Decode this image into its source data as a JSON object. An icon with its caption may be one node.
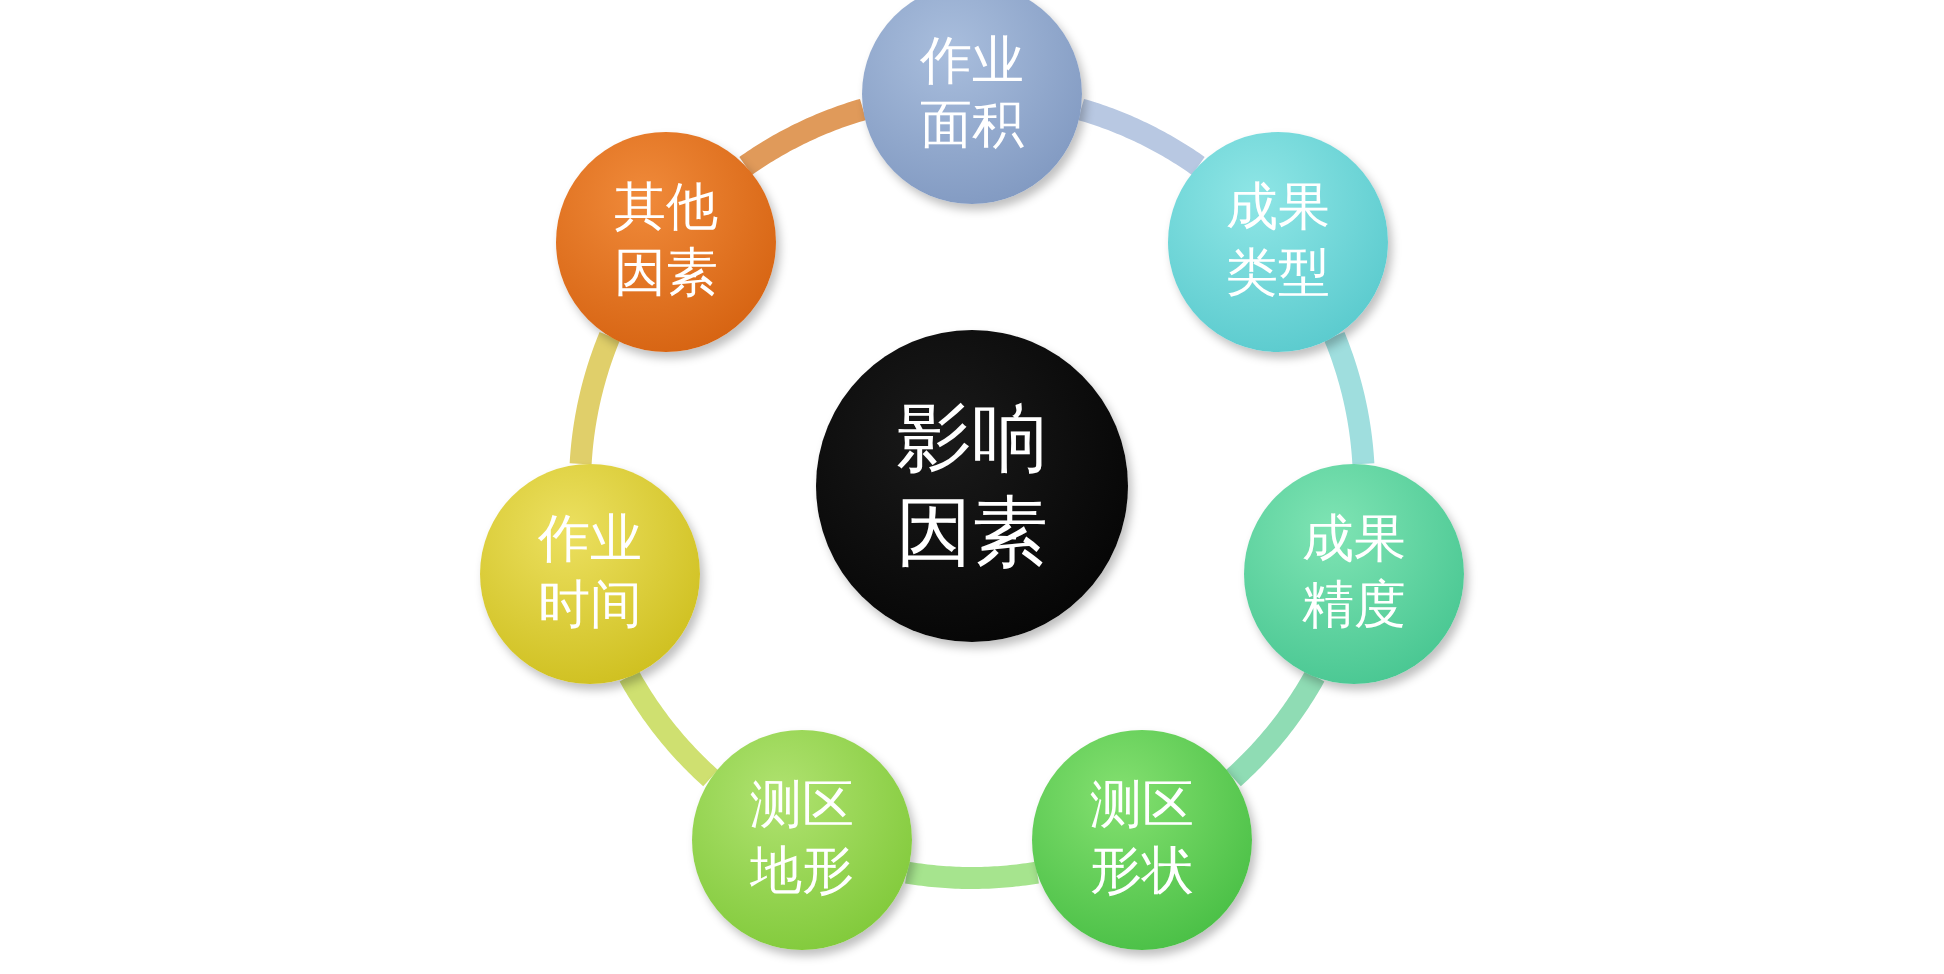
{
  "diagram": {
    "nodes": [
      {
        "text": [
          "影响因素"
        ]
      },
      {
        "text": [
          "作业面积"
        ]
      },
      {
        "text": [
          "成果类型"
        ]
      },
      {
        "text": [
          "成果精度"
        ]
      },
      {
        "text": [
          "测区形状"
        ]
      },
      {
        "text": [
          "测区地形"
        ]
      },
      {
        "text": [
          "作业时间"
        ]
      },
      {
        "text": [
          "其他因素"
        ]
      }
    ],
    "edges": [
      {
        "from": 1,
        "to": 2,
        "arrow": "none",
        "color": "#b8c8e2"
      },
      {
        "from": 2,
        "to": 3,
        "arrow": "none",
        "color": "#9fdede"
      },
      {
        "from": 3,
        "to": 4,
        "arrow": "none",
        "color": "#8fdcb4"
      },
      {
        "from": 4,
        "to": 5,
        "arrow": "none",
        "color": "#a6e48e"
      },
      {
        "from": 5,
        "to": 6,
        "arrow": "none",
        "color": "#cfe070"
      },
      {
        "from": 6,
        "to": 7,
        "arrow": "none",
        "color": "#e0cf6a"
      },
      {
        "from": 7,
        "to": 1,
        "arrow": "none",
        "color": "#e09a5a"
      }
    ]
  }
}
